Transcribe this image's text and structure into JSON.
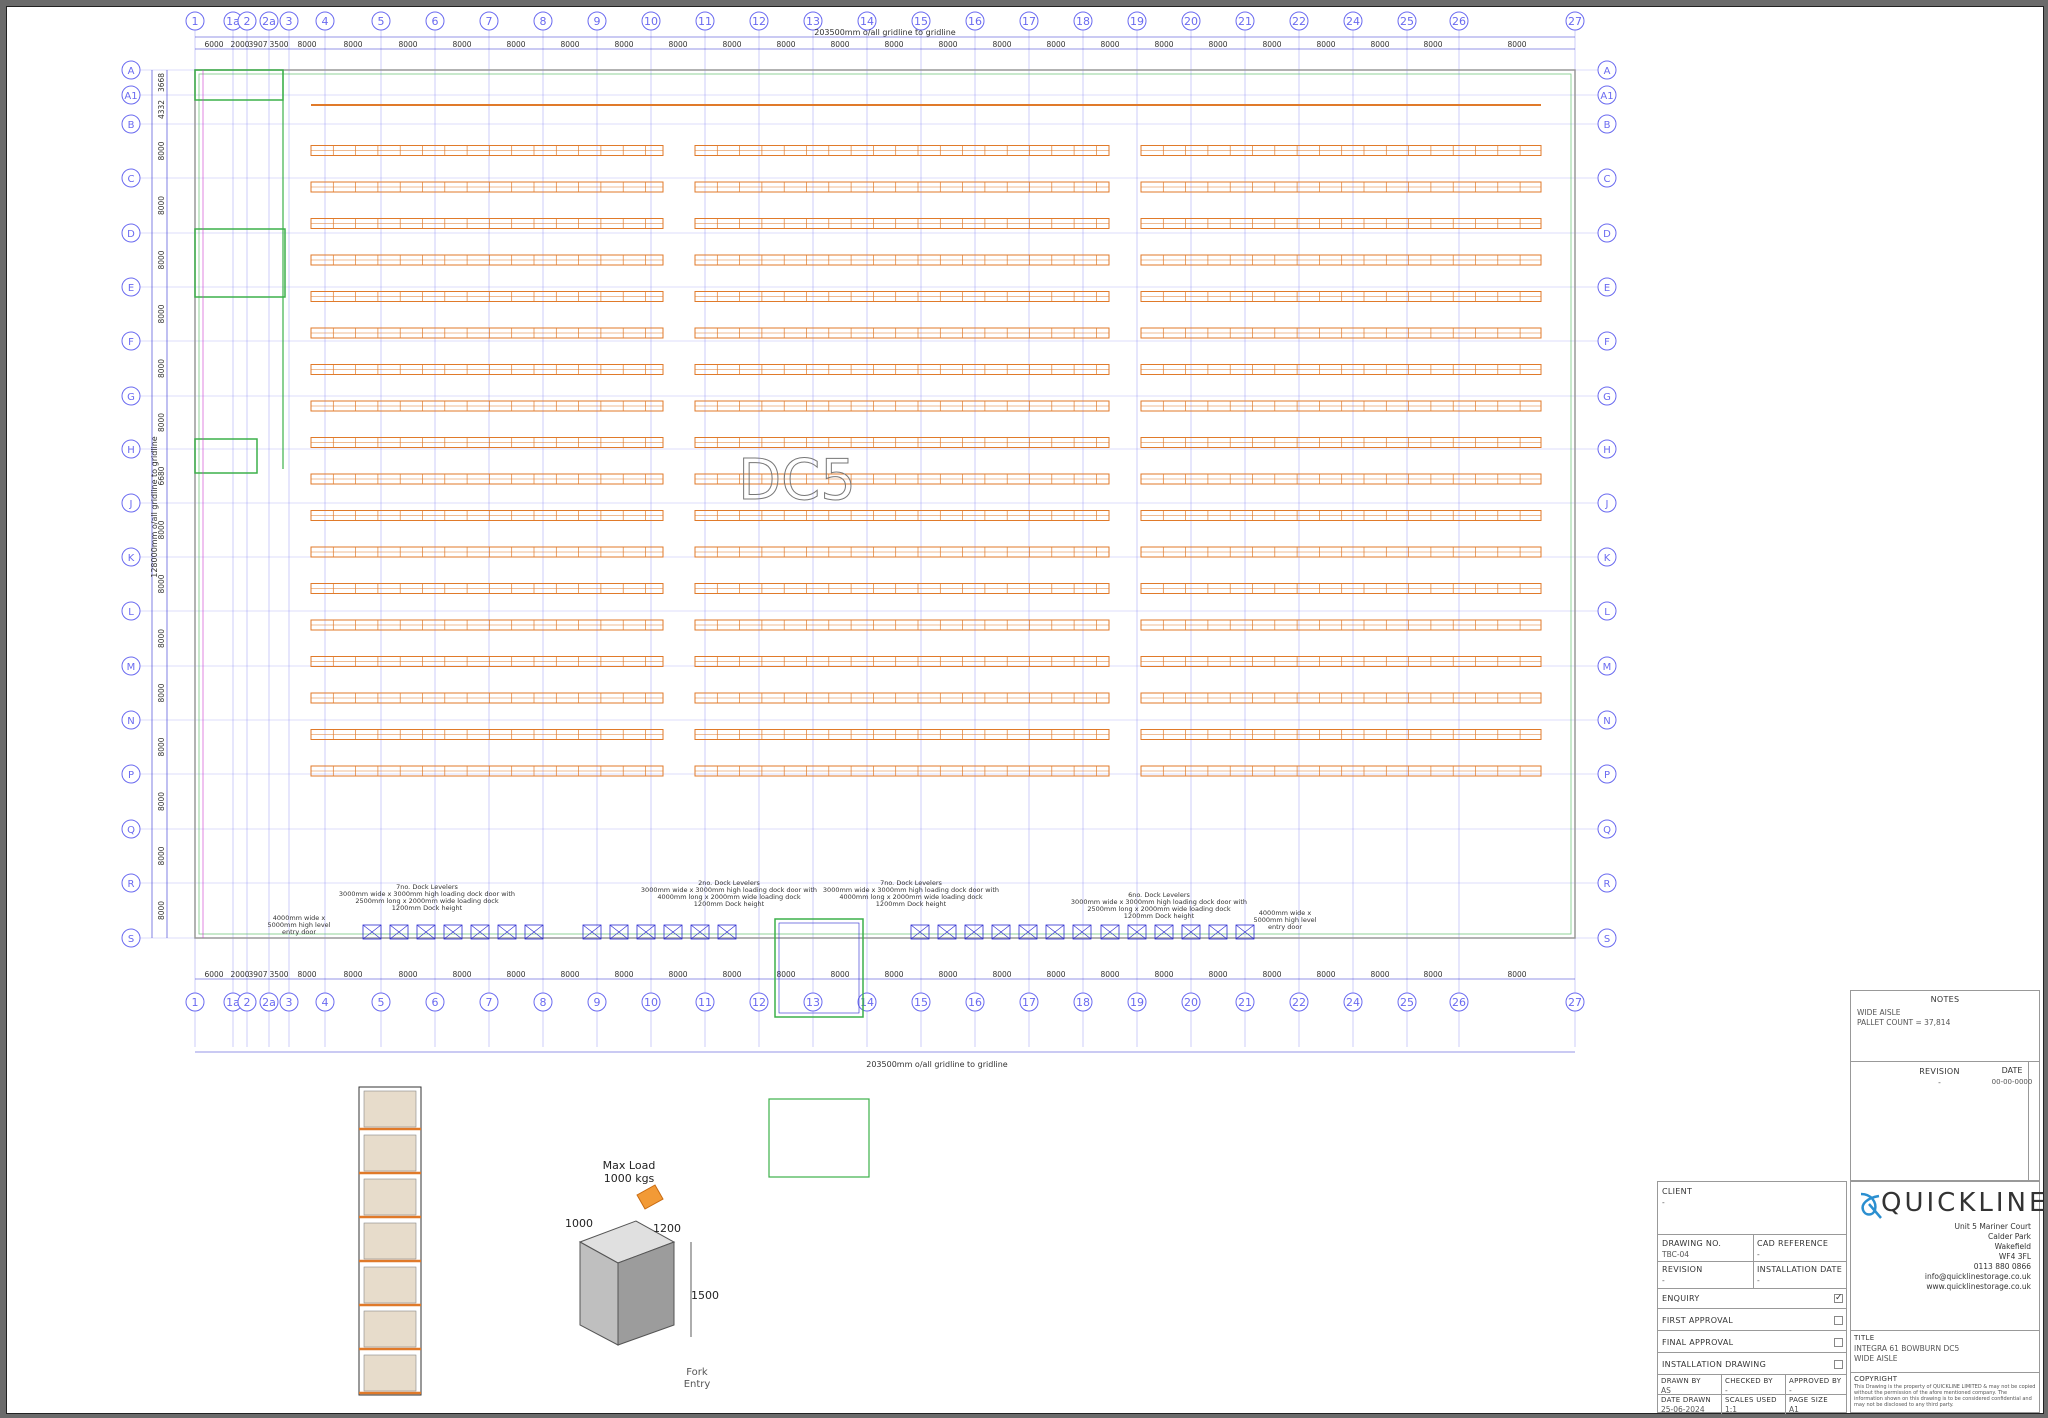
{
  "drawing": {
    "building_label": "DC5",
    "grid_numbers": [
      "1",
      "1a",
      "2",
      "2a",
      "3",
      "4",
      "5",
      "6",
      "7",
      "8",
      "9",
      "10",
      "11",
      "12",
      "13",
      "14",
      "15",
      "16",
      "17",
      "18",
      "19",
      "20",
      "21",
      "22",
      "24",
      "25",
      "26",
      "27"
    ],
    "grid_letters": [
      "A",
      "A1",
      "B",
      "C",
      "D",
      "E",
      "F",
      "G",
      "H",
      "J",
      "K",
      "L",
      "M",
      "N",
      "P",
      "Q",
      "R",
      "S"
    ],
    "top_overall_dim": "203500mm o/all gridline to gridline",
    "bottom_overall_dim": "203500mm o/all gridline to gridline",
    "left_overall_dim": "128000mm o/all gridline to gridline",
    "bay_dim_top": [
      "6000",
      "2000",
      "3907",
      "3500",
      "8000",
      "8000",
      "8000",
      "8000",
      "8000",
      "8000",
      "8000",
      "8000",
      "8000",
      "8000",
      "8000",
      "8000",
      "8000",
      "8000",
      "8000",
      "8000",
      "8000",
      "8000",
      "8000",
      "8000",
      "8000"
    ],
    "bay_dim_left": [
      "3668",
      "4332",
      "8000",
      "8000",
      "8000",
      "8000",
      "8000",
      "8000",
      "6680",
      "8000",
      "8000",
      "8000",
      "8000",
      "8000",
      "8000",
      "8000",
      "8000"
    ],
    "dock_notes": [
      {
        "lines": [
          "7no. Dock Levelers",
          "3000mm wide x 3000mm high loading dock door with",
          "2500mm long x 2000mm wide loading dock",
          "1200mm Dock height"
        ]
      },
      {
        "lines": [
          "2no. Dock Levelers",
          "3000mm wide x 3000mm high loading dock door with",
          "4000mm long x 2000mm wide loading dock",
          "1200mm Dock height"
        ]
      },
      {
        "lines": [
          "7no. Dock Levelers",
          "3000mm wide x 3000mm high loading dock door with",
          "4000mm long x 2000mm wide loading dock",
          "1200mm Dock height"
        ]
      },
      {
        "lines": [
          "6no. Dock Levelers",
          "3000mm wide x 3000mm high loading dock door with",
          "2500mm long x 2000mm wide loading dock",
          "1200mm Dock height"
        ]
      }
    ],
    "entry_doors": [
      {
        "lines": [
          "4000mm wide x",
          "5000mm high level",
          "entry door"
        ]
      },
      {
        "lines": [
          "4000mm wide x",
          "5000mm high level",
          "entry door"
        ]
      }
    ],
    "pallet": {
      "max_load": "Max Load",
      "max_load_value": "1000 kgs",
      "width": "1000",
      "depth": "1200",
      "height": "1500",
      "fork_entry_1": "Fork",
      "fork_entry_2": "Entry"
    }
  },
  "title_block": {
    "notes_heading": "NOTES",
    "notes_lines": [
      "WIDE AISLE",
      "PALLET COUNT = 37,814"
    ],
    "revision_heading": "REVISION",
    "revision_value": "-",
    "date_heading": "DATE",
    "date_value": "00-00-0000",
    "client_label": "CLIENT",
    "client_value": "-",
    "drawing_no_label": "DRAWING NO.",
    "drawing_no_value": "TBC-04",
    "cad_ref_label": "CAD REFERENCE",
    "cad_ref_value": "-",
    "revision_label": "REVISION",
    "revision_val2": "-",
    "install_date_label": "INSTALLATION DATE",
    "install_date_value": "-",
    "approvals": [
      {
        "label": "ENQUIRY",
        "checked": true
      },
      {
        "label": "FIRST APPROVAL",
        "checked": false
      },
      {
        "label": "FINAL APPROVAL",
        "checked": false
      },
      {
        "label": "INSTALLATION DRAWING",
        "checked": false
      }
    ],
    "drawn_by_label": "DRAWN BY",
    "drawn_by_value": "AS",
    "checked_by_label": "CHECKED BY",
    "checked_by_value": "-",
    "approved_by_label": "APPROVED BY",
    "approved_by_value": "-",
    "date_drawn_label": "DATE DRAWN",
    "date_drawn_value": "25-06-2024",
    "scales_label": "SCALES USED",
    "scales_value": "1:1",
    "page_size_label": "PAGE SIZE",
    "page_size_value": "A1",
    "company": "QUICKLINE",
    "address_lines": [
      "Unit 5 Mariner Court",
      "Calder Park",
      "Wakefield",
      "WF4 3FL",
      "0113 880 0866",
      "info@quicklinestorage.co.uk",
      "www.quicklinestorage.co.uk"
    ],
    "title_label": "TITLE",
    "title_lines": [
      "INTEGRA 61 BOWBURN DC5",
      "WIDE AISLE"
    ],
    "copyright_label": "COPYRIGHT",
    "copyright_text": "This Drawing is the property of QUICKLINE LIMITED & may not be copied without the permission of the afore mentioned company. The information shown on this drawing is to be considered confidential and may not be disclosed to any third party."
  },
  "colors": {
    "grid": "#6a6af0",
    "rack": "#e07a2a",
    "wall": "#3cb04a",
    "dim": "#2a2ad0",
    "red": "#e03030",
    "magenta": "#d040d0"
  }
}
